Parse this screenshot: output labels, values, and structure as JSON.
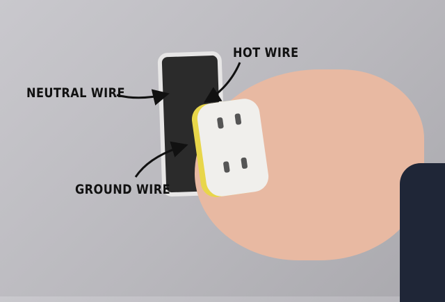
{
  "labels": {
    "neutral": "NEUTRAL WIRE",
    "hot": "HOT WIRE",
    "ground": "GROUND WIRE"
  },
  "colors": {
    "wall": "#c3c2c7",
    "label_text": "#111111",
    "outlet_bracket": "#e8d64a",
    "sleeve": "#1f2637"
  }
}
